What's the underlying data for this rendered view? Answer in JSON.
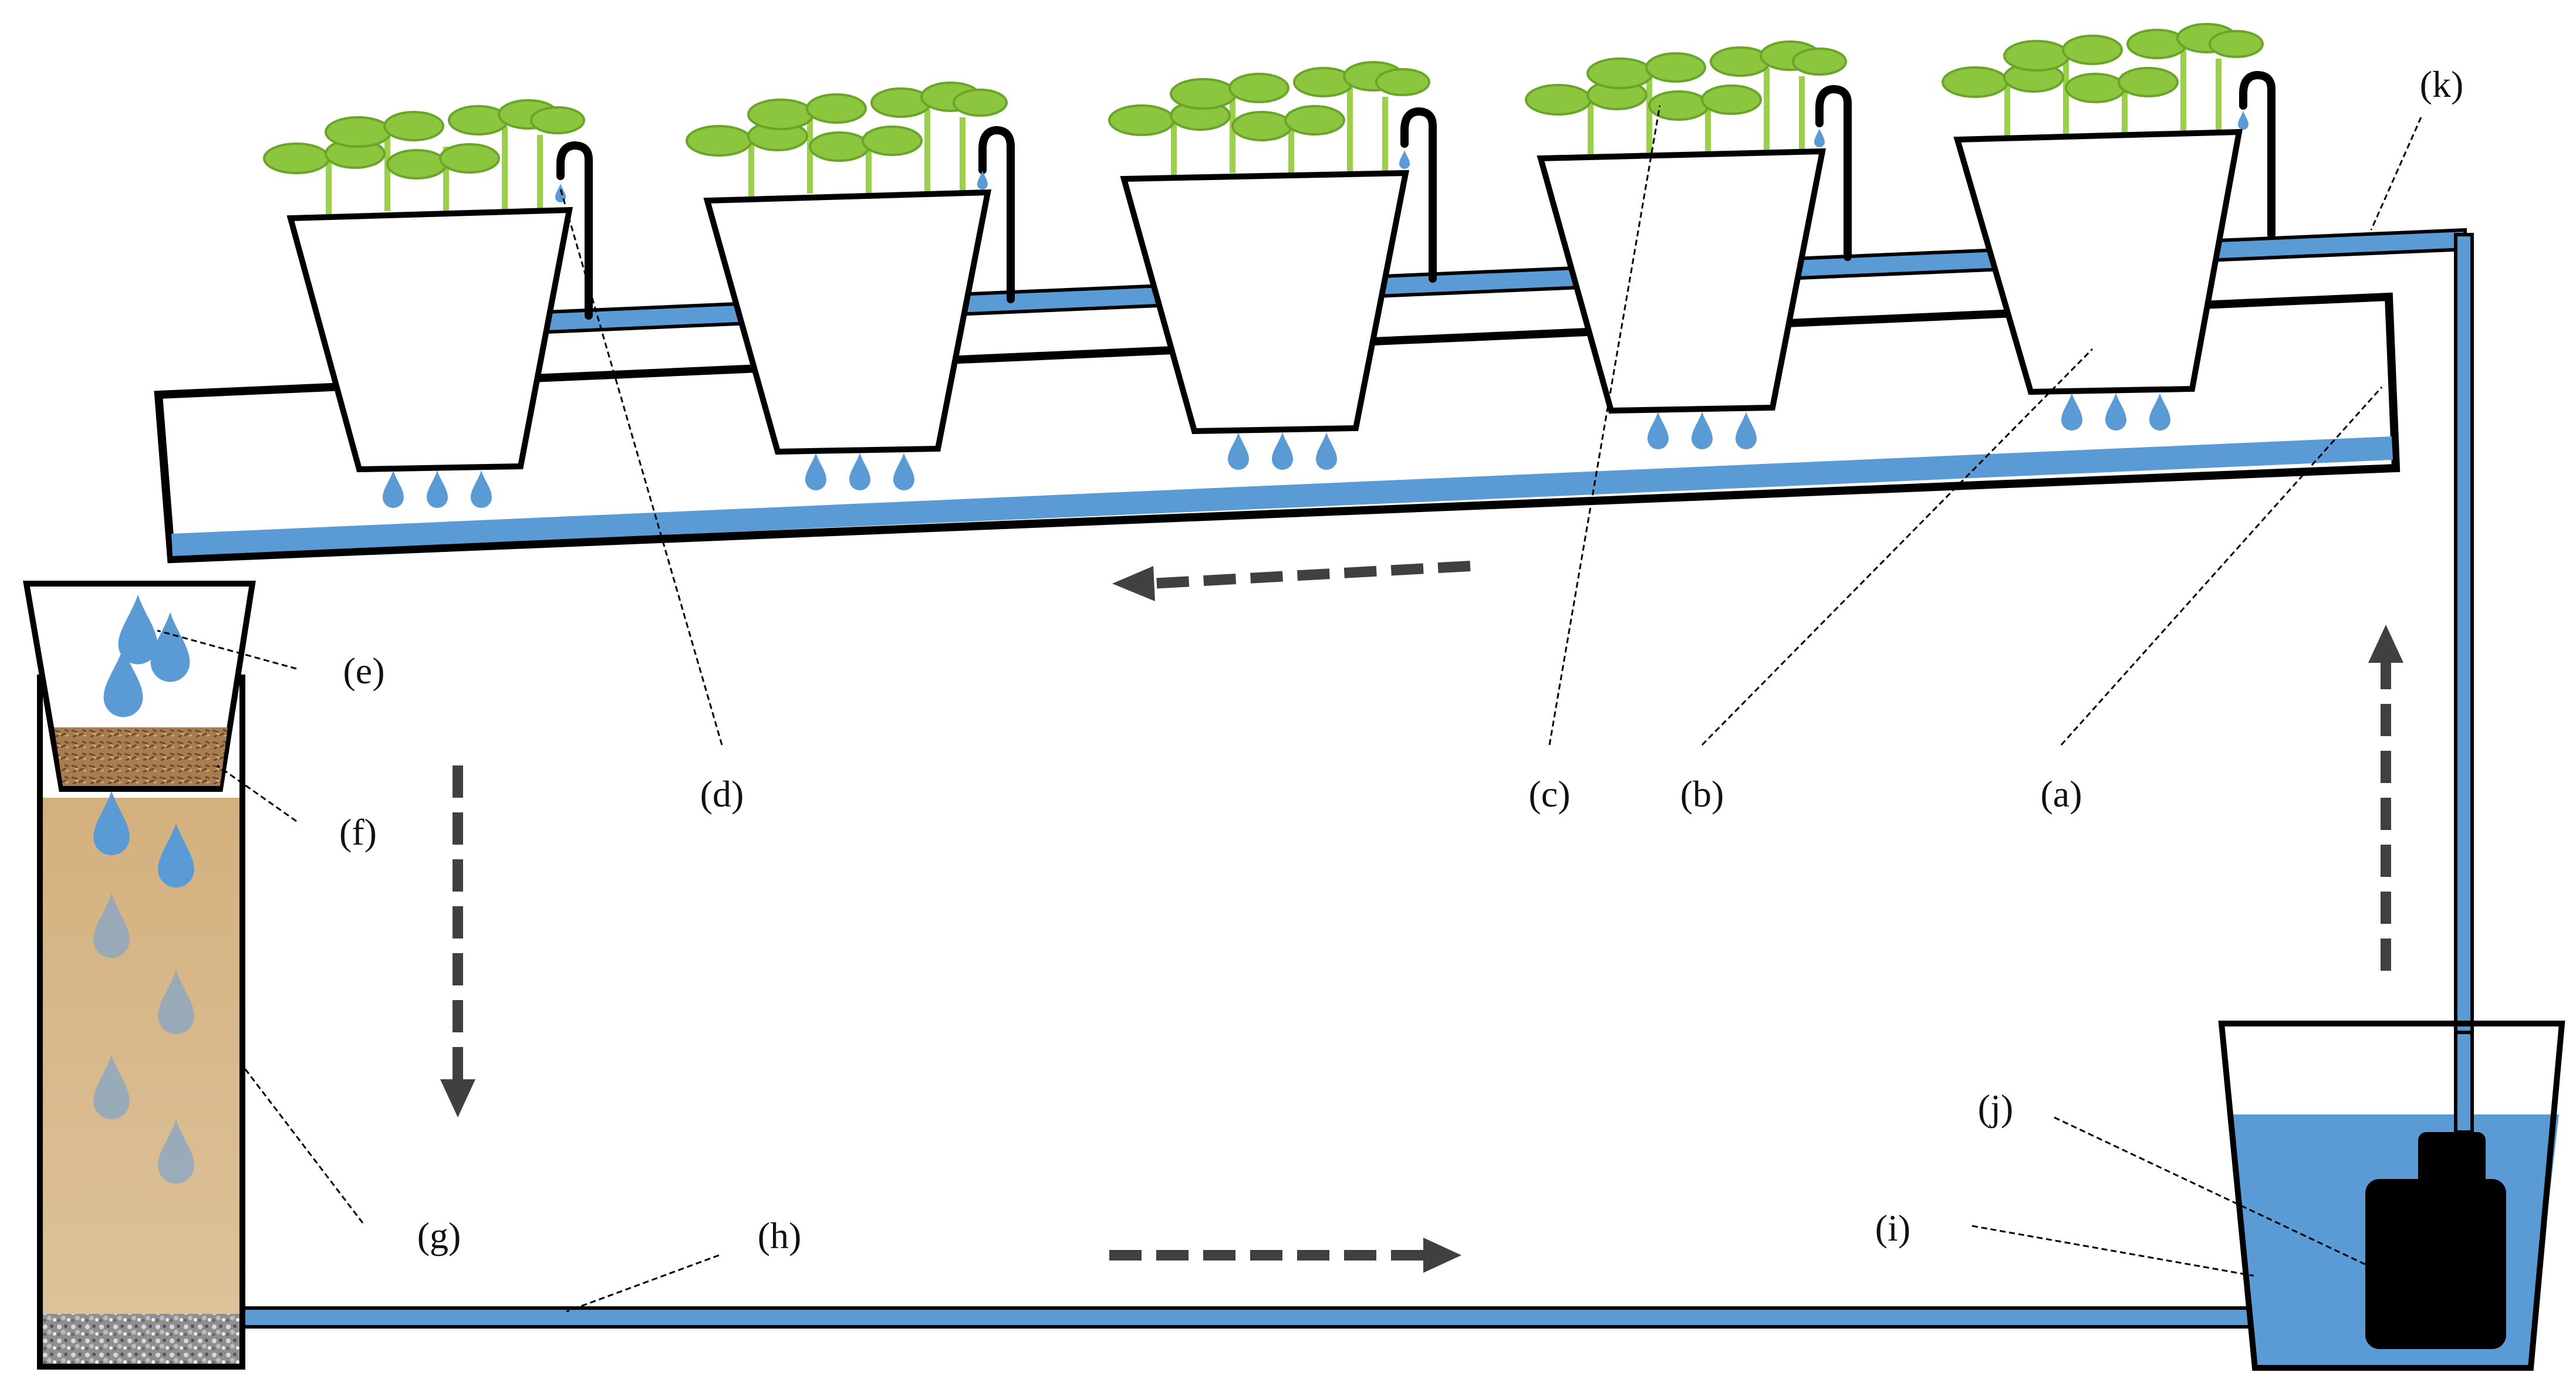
{
  "labels": {
    "a": "(a)",
    "b": "(b)",
    "c": "(c)",
    "d": "(d)",
    "e": "(e)",
    "f": "(f)",
    "g": "(g)",
    "h": "(h)",
    "i": "(i)",
    "j": "(j)",
    "k": "(k)"
  },
  "colors": {
    "water": "#5b9bd5",
    "outline": "#000000",
    "arrow": "#404040",
    "leaf": "#8cc63f",
    "sand": "#d8b98a",
    "soil": "#a07850",
    "gravel": "#9a9a9a",
    "pump": "#000000"
  },
  "icons": [
    "plant-seedling-icon",
    "water-drop-icon",
    "submersible-pump-icon"
  ]
}
